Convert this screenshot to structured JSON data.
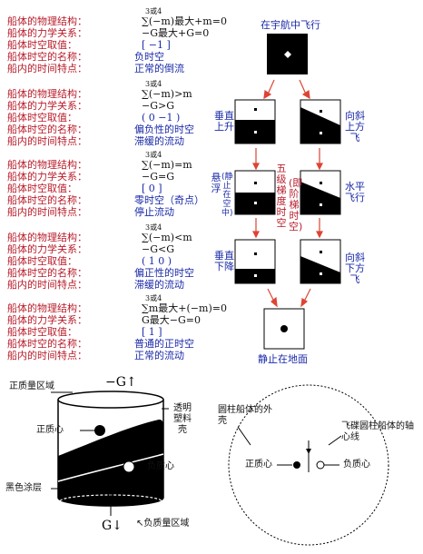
{
  "row_labels": [
    "船体的物理结构：",
    "船体的力学关系：",
    "船体时空取值：",
    "船体时空的名称：",
    "船内的时间特点："
  ],
  "rows": [
    {
      "sum_top": "3或4",
      "structure": "∑(−m)最大+m=0",
      "force": "−G最大+G=0",
      "value": "[    −1    ]",
      "name": "负时空",
      "time": "正常的倒流"
    },
    {
      "sum_top": "3或4",
      "structure": "∑(−m)>m",
      "force": "−G>G",
      "value": "(  0    −1  )",
      "name": "偏负性的时空",
      "time": "滞缓的流动"
    },
    {
      "sum_top": "3或4",
      "structure": "∑(−m)=m",
      "force": "−G=G",
      "value": "[    0    ]",
      "name": "零时空（奇点）",
      "time": "停止流动"
    },
    {
      "sum_top": "3或4",
      "structure": "∑(−m)<m",
      "force": "−G<G",
      "value": "(  1    0  )",
      "name": "偏正性的时空",
      "time": "滞缓的流动"
    },
    {
      "sum_top": "3或4",
      "structure": "∑m最大+(−m)=0",
      "force": "G最大−G=0",
      "value": "[    1    ]",
      "name": "普通的正时空",
      "time": "正常的流动"
    }
  ],
  "states": {
    "space": "在宇航中飞行",
    "vertical_up": "垂直上升",
    "oblique_up": "向斜上方飞",
    "hover": "悬浮",
    "hover_note": "(静止在空中)",
    "horizontal": "水平飞行",
    "ladder": "五级梯度时空",
    "ladder_note": "(即阶梯时空)",
    "vertical_down": "垂直下降",
    "oblique_down": "向斜下方飞",
    "ground": "静止在地面"
  },
  "cylinder": {
    "pos_region": "正质量区域",
    "neg_g": "−G↑",
    "plastic": "透明塑料壳",
    "pos_center": "正质心",
    "neg_center": "负质心",
    "black_coat": "黑色涂层",
    "g": "G↓",
    "neg_region": "↖负质量区域"
  },
  "circle": {
    "shell": "圆柱船体的外壳",
    "axis": "飞碟圆柱船体的轴心线",
    "pos_center": "正质心",
    "neg_center": "负质心"
  }
}
